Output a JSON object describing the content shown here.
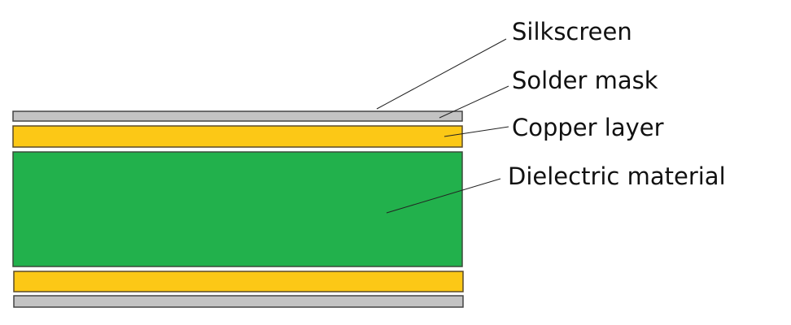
{
  "labels": {
    "silkscreen": "Silkscreen",
    "solder_mask": "Solder mask",
    "copper_layer": "Copper layer",
    "dielectric": "Dielectric material"
  },
  "colors": {
    "silkscreen": "#c3c3c3",
    "copper": "#fcc816",
    "dielectric": "#22b14c",
    "outline": "#444444"
  }
}
